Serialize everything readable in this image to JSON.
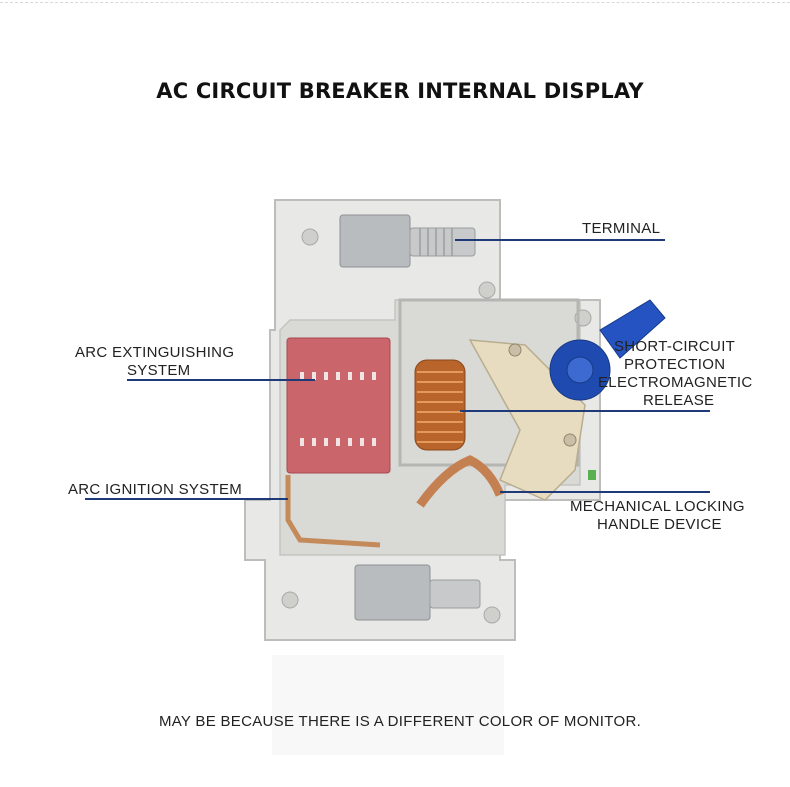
{
  "title": "AC CIRCUIT BREAKER INTERNAL DISPLAY",
  "labels": {
    "terminal": "TERMINAL",
    "arc_extinguishing_line1": "ARC EXTINGUISHING",
    "arc_extinguishing_line2": "SYSTEM",
    "arc_ignition": "ARC IGNITION SYSTEM",
    "short_circuit_line1": "SHORT-CIRCUIT",
    "short_circuit_line2": "PROTECTION",
    "electromagnetic_line1": "ELECTROMAGNETIC",
    "electromagnetic_line2": "RELEASE",
    "mechanical_line1": "MECHANICAL LOCKING",
    "mechanical_line2": "HANDLE DEVICE"
  },
  "footer": "MAY BE BECAUSE THERE IS A DIFFERENT COLOR OF MONITOR.",
  "colors": {
    "leader_line": "#1e3a78",
    "housing": "#e8e8e6",
    "arc_chute": "#c9656b",
    "coil": "#b8642a",
    "handle": "#1f4bb0",
    "mechanism": "#e8dcc0"
  }
}
